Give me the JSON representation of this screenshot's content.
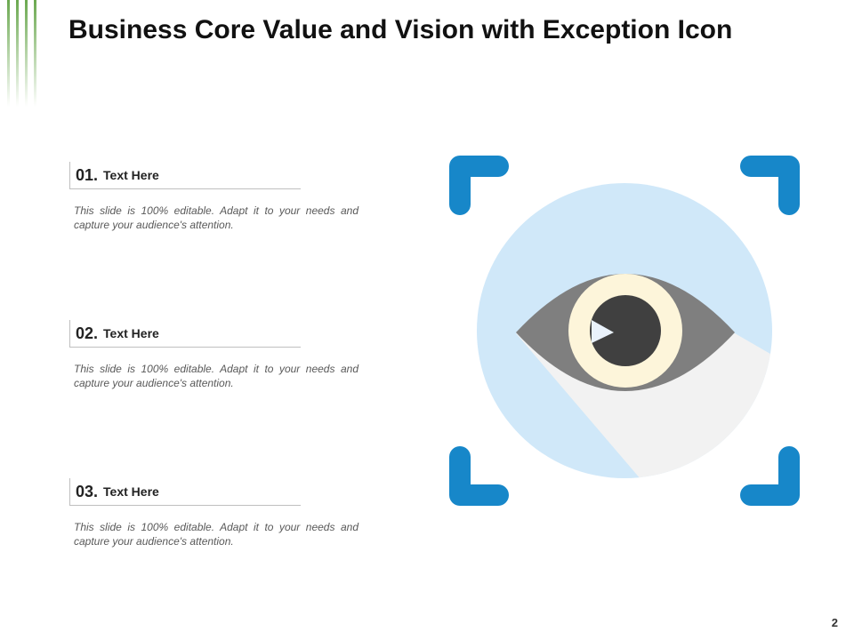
{
  "slide": {
    "title": "Business Core Value and Vision with Exception Icon",
    "page_number": "2",
    "items": [
      {
        "number": "01.",
        "label": "Text Here",
        "description": "This slide is 100% editable. Adapt it to your needs and capture your audience's attention."
      },
      {
        "number": "02.",
        "label": "Text Here",
        "description": "This slide is 100% editable. Adapt it to your needs and capture your audience's attention."
      },
      {
        "number": "03.",
        "label": "Text Here",
        "description": "This slide is 100% editable. Adapt it to your needs and capture your audience's attention."
      }
    ]
  },
  "colors": {
    "bracket_blue": "#1787c9",
    "circle_light_blue": "#d0e8f9",
    "shadow_gray": "#f2f2f2",
    "eye_gray": "#7f7f7f",
    "iris_cream": "#fdf5da",
    "pupil_dark": "#404040",
    "highlight": "#eaf2fb",
    "accent_green": "#6aa84f"
  },
  "icons": {
    "illustration": "eye-vision-icon",
    "frame": "focus-bracket-icon"
  }
}
